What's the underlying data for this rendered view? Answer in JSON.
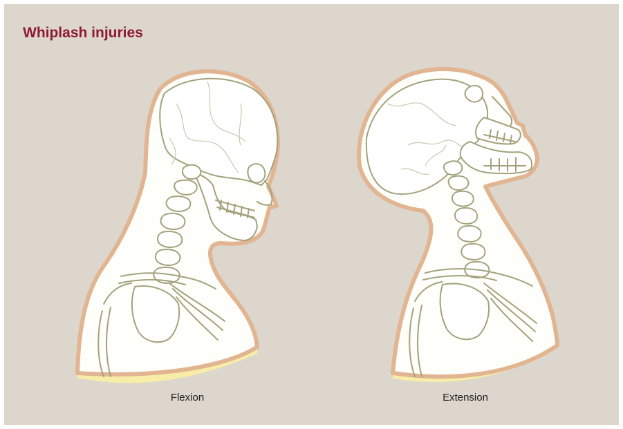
{
  "title": "Whiplash injuries",
  "figures": [
    {
      "label": "Flexion"
    },
    {
      "label": "Extension"
    }
  ],
  "colors": {
    "background": "#dcd6cc",
    "title": "#8e1b36",
    "skin_outline": "#e1b592",
    "bone_stroke": "#a3a27d",
    "base_glow": "#f8eda6"
  }
}
